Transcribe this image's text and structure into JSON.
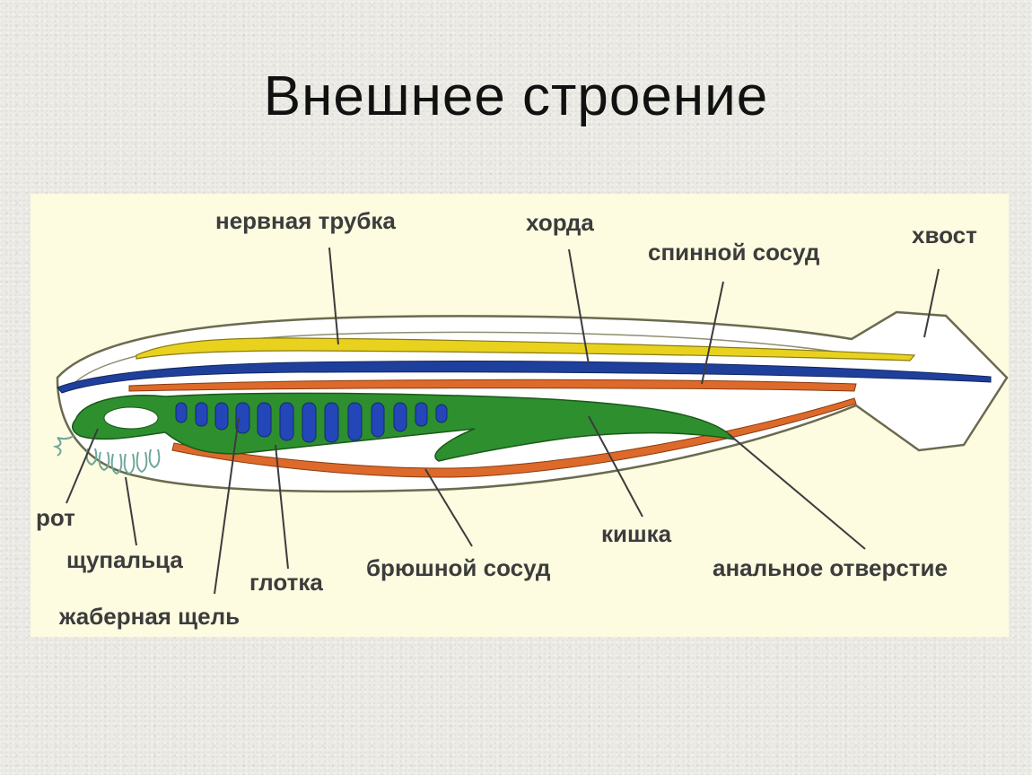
{
  "title": "Внешнее строение",
  "diagram": {
    "labels": {
      "nerve_tube": "нервная трубка",
      "chord": "хорда",
      "dorsal_vessel": "спинной сосуд",
      "tail": "хвост",
      "mouth": "рот",
      "tentacles": "щупальца",
      "pharynx": "глотка",
      "ventral_vessel": "брюшной сосуд",
      "intestine": "кишка",
      "anus": "анальное отверстие",
      "gill_slit": "жаберная щель"
    },
    "colors": {
      "background": "#fdfbe0",
      "body_fill": "#ffffff",
      "nerve_tube": "#e8d21e",
      "chord": "#1f3f9c",
      "dorsal_vessel": "#dd6a2a",
      "ventral_vessel": "#dd6a2a",
      "gut": "#2e8f2e",
      "gill_slits": "#2347b8"
    }
  }
}
